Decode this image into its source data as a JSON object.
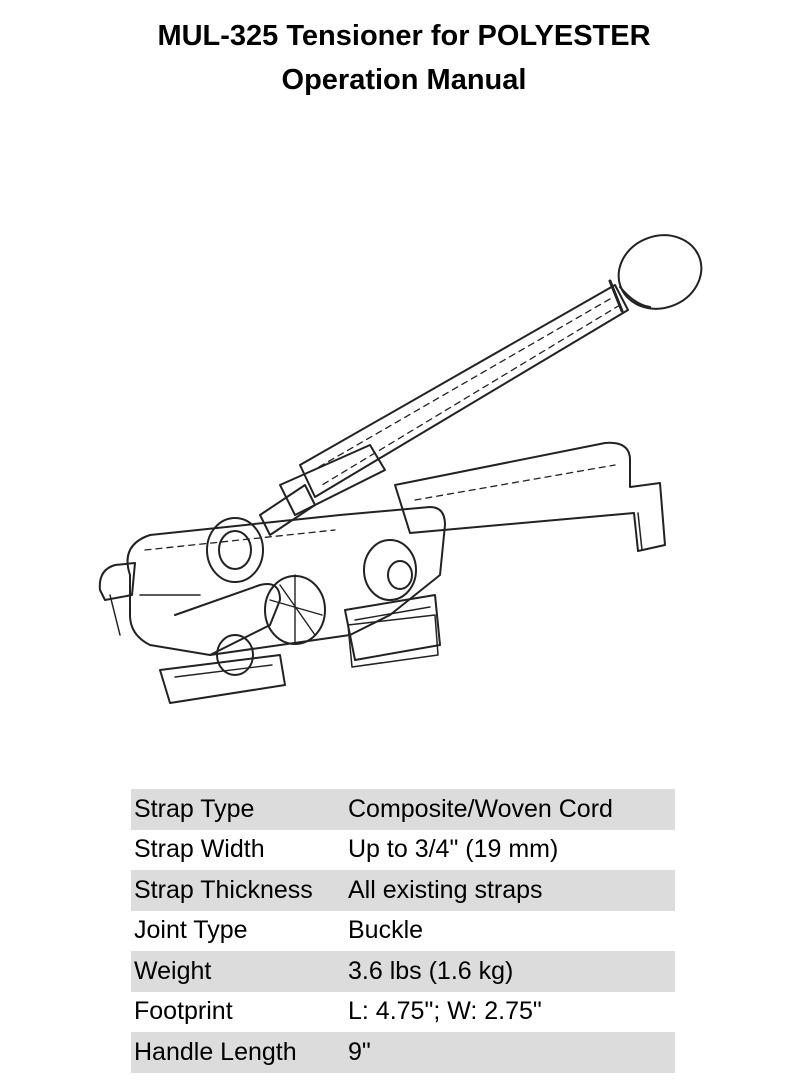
{
  "document": {
    "title_line_1": "MUL-325 Tensioner for POLYESTER",
    "title_line_2": "Operation Manual"
  },
  "illustration": {
    "subject": "manual strap tensioner tool line drawing"
  },
  "spec_table": {
    "rows": [
      {
        "label": "Strap Type",
        "value": "Composite/Woven Cord",
        "shaded": true
      },
      {
        "label": "Strap Width",
        "value": "Up to 3/4\" (19 mm)",
        "shaded": false
      },
      {
        "label": "Strap Thickness",
        "value": "All existing straps",
        "shaded": true
      },
      {
        "label": "Joint Type",
        "value": "Buckle",
        "shaded": false
      },
      {
        "label": "Weight",
        "value": "3.6 lbs (1.6 kg)",
        "shaded": true
      },
      {
        "label": "Footprint",
        "value": "L: 4.75\"; W: 2.75\"",
        "shaded": false
      },
      {
        "label": "Handle Length",
        "value": "9\"",
        "shaded": true
      }
    ]
  },
  "colors": {
    "text": "#000000",
    "row_shade": "#dcdcdc",
    "background": "#ffffff"
  }
}
